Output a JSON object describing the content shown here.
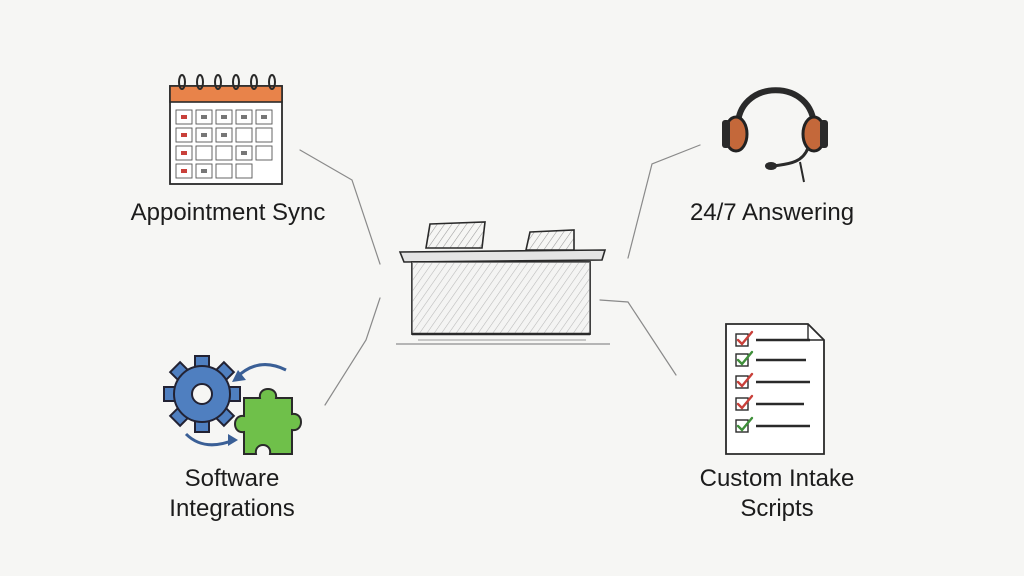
{
  "diagram": {
    "center": {
      "name": "reception-desk"
    },
    "nodes": [
      {
        "id": "appointment-sync",
        "icon": "calendar-icon",
        "lines": [
          "Appointment Sync"
        ]
      },
      {
        "id": "answering",
        "icon": "headset-icon",
        "lines": [
          "24/7 Answering"
        ]
      },
      {
        "id": "software-integrations",
        "icon": "gears-puzzle-icon",
        "lines": [
          "Software",
          "Integrations"
        ]
      },
      {
        "id": "custom-intake-scripts",
        "icon": "checklist-icon",
        "lines": [
          "Custom Intake",
          "Scripts"
        ]
      }
    ],
    "colors": {
      "calendar_accent": "#e8834a",
      "gear_blue": "#4f7fc0",
      "puzzle_green": "#6fc04a",
      "check_red": "#c9403a",
      "check_green": "#3f8f3a",
      "ink": "#2a2a2a",
      "connector": "#8a8a8a"
    }
  }
}
